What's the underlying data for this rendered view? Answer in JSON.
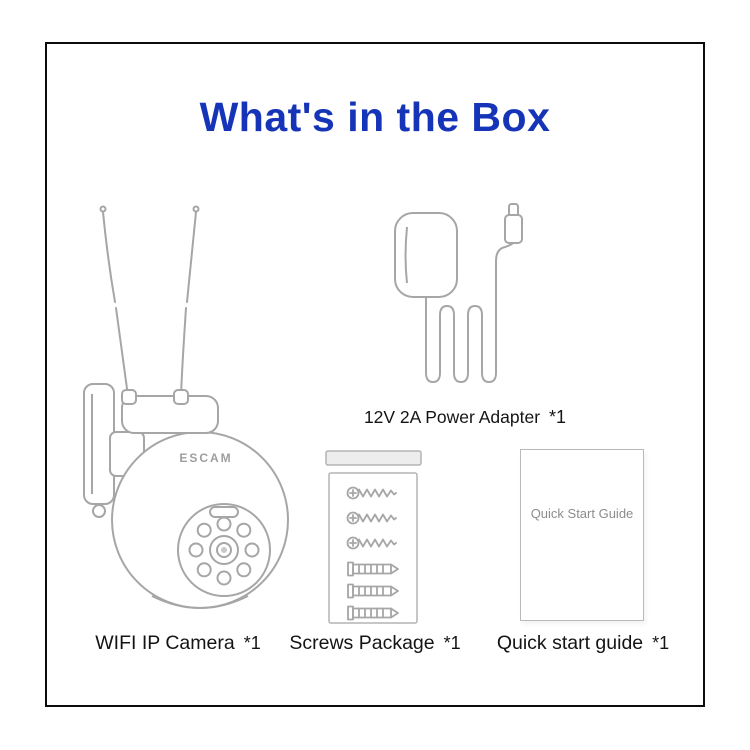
{
  "title": "What's in the Box",
  "colors": {
    "title": "#1634b8",
    "line_art": "#a6a6a6",
    "label_text": "#141414",
    "frame_border": "#0c0c0c"
  },
  "items": {
    "camera": {
      "label": "WIFI IP Camera",
      "qty": "*1",
      "brand": "ESCAM"
    },
    "adapter": {
      "label": "12V 2A Power Adapter",
      "qty": "*1"
    },
    "screws": {
      "label": "Screws Package",
      "qty": "*1"
    },
    "guide": {
      "label": "Quick start guide",
      "qty": "*1",
      "cover_text": "Quick Start Guide"
    }
  }
}
